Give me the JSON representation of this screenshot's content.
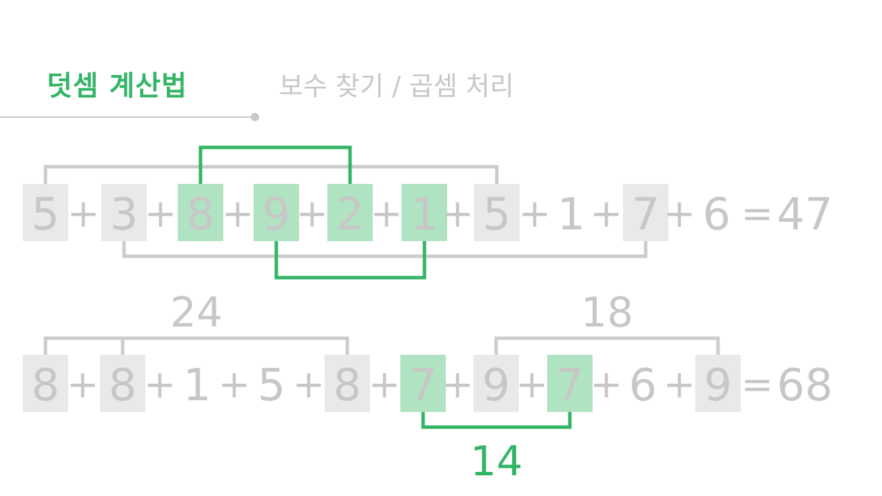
{
  "tabs": [
    {
      "label": "덧셈 계산법",
      "active": true
    },
    {
      "label": "보수 찾기 / 곱셈 처리",
      "active": false
    }
  ],
  "colors": {
    "accent": "#33b466",
    "highlight_fill": "#b0e3c2",
    "muted_fill": "#e9e9e9",
    "muted_text": "#c7c7c7",
    "bracket_gray": "#cccccc",
    "divider": "#c8c8c8"
  },
  "equations": [
    {
      "items": [
        {
          "value": "5",
          "box": "gray"
        },
        {
          "value": "3",
          "box": "gray"
        },
        {
          "value": "8",
          "box": "green"
        },
        {
          "value": "9",
          "box": "green"
        },
        {
          "value": "2",
          "box": "green"
        },
        {
          "value": "1",
          "box": "green"
        },
        {
          "value": "5",
          "box": "gray"
        },
        {
          "value": "1",
          "box": "none"
        },
        {
          "value": "7",
          "box": "gray"
        },
        {
          "value": "6",
          "box": "none"
        }
      ],
      "operator": "+",
      "equals": "=",
      "result": "47",
      "brackets": [
        {
          "from": 0,
          "to": 6,
          "side": "top",
          "level": 1,
          "style": "gray"
        },
        {
          "from": 2,
          "to": 4,
          "side": "top",
          "level": 2,
          "style": "green"
        },
        {
          "from": 1,
          "to": 8,
          "side": "bottom",
          "level": 1,
          "style": "gray"
        },
        {
          "from": 3,
          "to": 5,
          "side": "bottom",
          "level": 2,
          "style": "green"
        }
      ]
    },
    {
      "items": [
        {
          "value": "8",
          "box": "gray"
        },
        {
          "value": "8",
          "box": "gray"
        },
        {
          "value": "1",
          "box": "none"
        },
        {
          "value": "5",
          "box": "none"
        },
        {
          "value": "8",
          "box": "gray"
        },
        {
          "value": "7",
          "box": "green"
        },
        {
          "value": "9",
          "box": "gray"
        },
        {
          "value": "7",
          "box": "green"
        },
        {
          "value": "6",
          "box": "none"
        },
        {
          "value": "9",
          "box": "gray"
        }
      ],
      "operator": "+",
      "equals": "=",
      "result": "68",
      "brackets": [
        {
          "from": 0,
          "to": 4,
          "side": "top",
          "level": 1,
          "style": "gray",
          "stems": [
            0,
            1,
            4
          ],
          "label": "24"
        },
        {
          "from": 6,
          "to": 9,
          "side": "top",
          "level": 1,
          "style": "gray",
          "stems": [
            6,
            9
          ],
          "label": "18"
        },
        {
          "from": 5,
          "to": 7,
          "side": "bottom",
          "level": 1,
          "style": "green",
          "stems": [
            5,
            7
          ],
          "label": "14"
        }
      ]
    }
  ]
}
